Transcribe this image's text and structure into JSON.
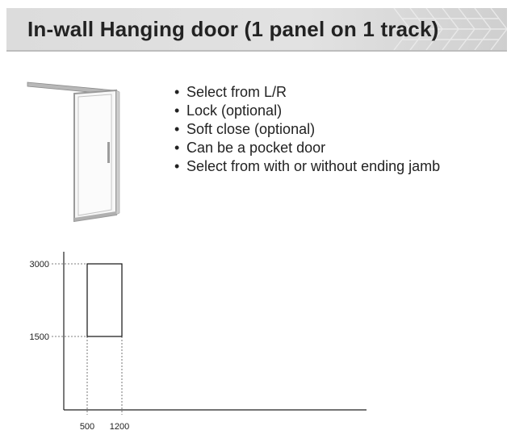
{
  "header": {
    "title": "In-wall Hanging door (1 panel on 1 track)"
  },
  "features": [
    "Select from L/R",
    "Lock (optional)",
    "Soft close (optional)",
    "Can be a pocket door",
    "Select from with or without ending jamb"
  ],
  "colors": {
    "header_bg": "#dcdcdc",
    "text": "#222222",
    "frame": "#a9a9a9"
  },
  "chart_data": {
    "type": "area",
    "y_ticks": [
      "3000",
      "1500"
    ],
    "x_ticks": [
      "500",
      "1200"
    ],
    "region": {
      "x": [
        500,
        1200
      ],
      "y": [
        1500,
        3000
      ]
    },
    "grid": false
  }
}
